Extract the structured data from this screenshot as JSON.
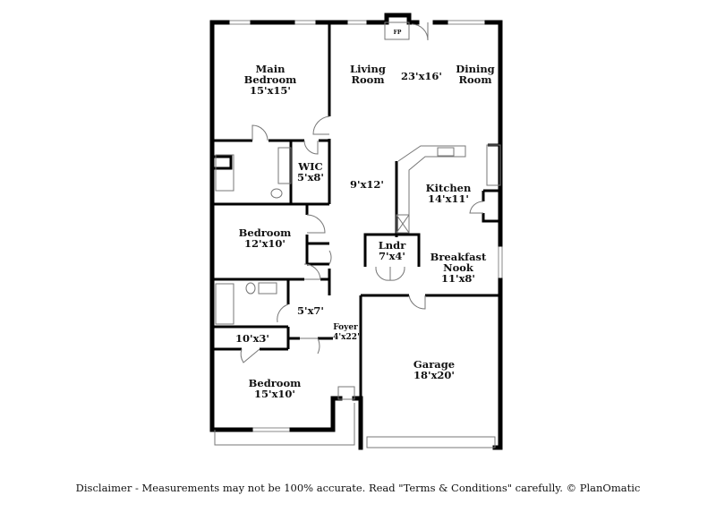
{
  "rooms": {
    "main_bedroom": {
      "name_line1": "Main",
      "name_line2": "Bedroom",
      "size": "15'x15'"
    },
    "living_room": {
      "name_line1": "Living",
      "name_line2": "Room"
    },
    "living_dining_size": "23'x16'",
    "dining_room": {
      "name_line1": "Dining",
      "name_line2": "Room"
    },
    "fireplace": "FP",
    "wic": {
      "name": "WIC",
      "size": "5'x8'"
    },
    "hall": {
      "size": "9'x12'"
    },
    "kitchen": {
      "name": "Kitchen",
      "size": "14'x11'"
    },
    "bedroom2": {
      "name": "Bedroom",
      "size": "12'x10'"
    },
    "laundry": {
      "name": "Lndr",
      "size": "7'x4'"
    },
    "breakfast_nook": {
      "name_line1": "Breakfast",
      "name_line2": "Nook",
      "size": "11'x8'"
    },
    "bath2": {
      "size": "5'x7'"
    },
    "foyer": {
      "name": "Foyer",
      "size": "4'x22'"
    },
    "closet": {
      "size": "10'x3'"
    },
    "garage": {
      "name": "Garage",
      "size": "18'x20'"
    },
    "bedroom3": {
      "name": "Bedroom",
      "size": "15'x10'"
    }
  },
  "disclaimer": "Disclaimer - Measurements may not be 100% accurate. Read \"Terms & Conditions\" carefully. © PlanOmatic"
}
